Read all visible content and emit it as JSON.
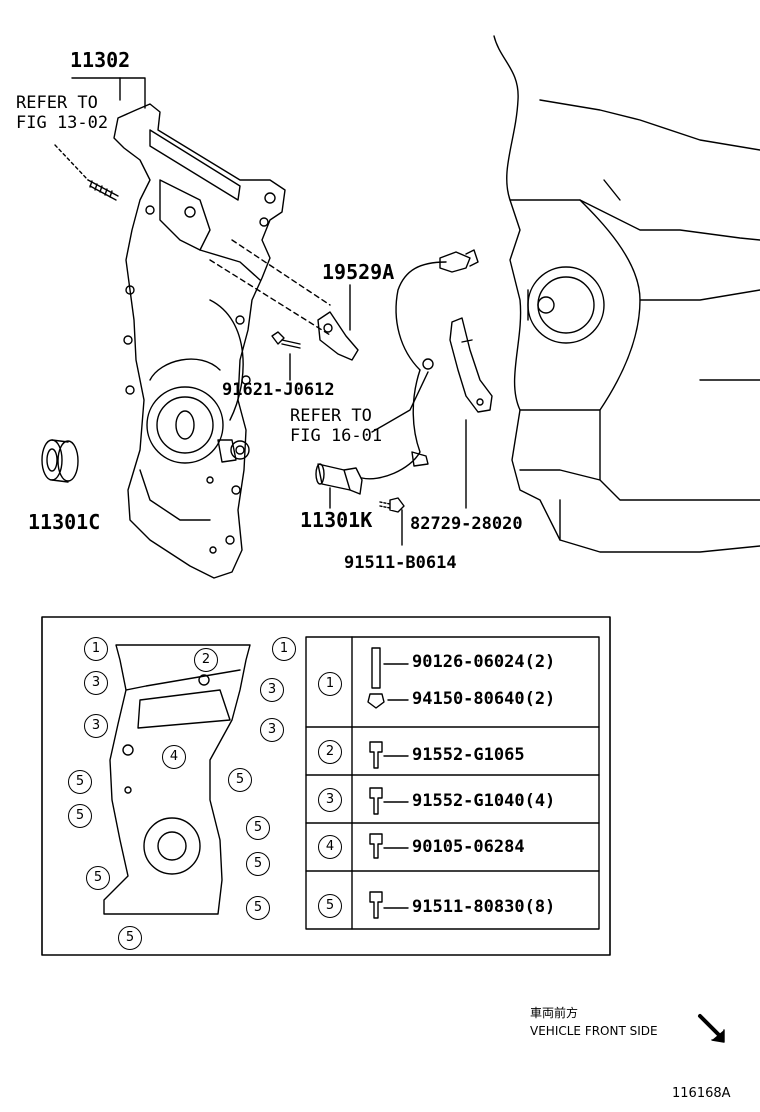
{
  "labels": {
    "cover": "11302",
    "refer_fig_13": "REFER TO\nFIG 13-02",
    "seal": "11301C",
    "bracket": "19529A",
    "bolt_bracket": "91621-J0612",
    "refer_fig_16": "REFER TO\nFIG 16-01",
    "sensor": "11301K",
    "clamp": "82729-28020",
    "bolt_sensor": "91511-B0614"
  },
  "legend": {
    "rows": [
      {
        "key": "1",
        "parts": [
          "90126-06024(2)",
          "94150-80640(2)"
        ]
      },
      {
        "key": "2",
        "parts": [
          "91552-G1065"
        ]
      },
      {
        "key": "3",
        "parts": [
          "91552-G1040(4)"
        ]
      },
      {
        "key": "4",
        "parts": [
          "90105-06284"
        ]
      },
      {
        "key": "5",
        "parts": [
          "91511-80830(8)"
        ]
      }
    ],
    "callouts": [
      "1",
      "1",
      "2",
      "3",
      "3",
      "3",
      "3",
      "4",
      "5",
      "5",
      "5",
      "5",
      "5",
      "5",
      "5",
      "5"
    ]
  },
  "footer": {
    "front_jp": "車両前方",
    "front_en": "VEHICLE FRONT SIDE",
    "figure_id": "116168A"
  }
}
